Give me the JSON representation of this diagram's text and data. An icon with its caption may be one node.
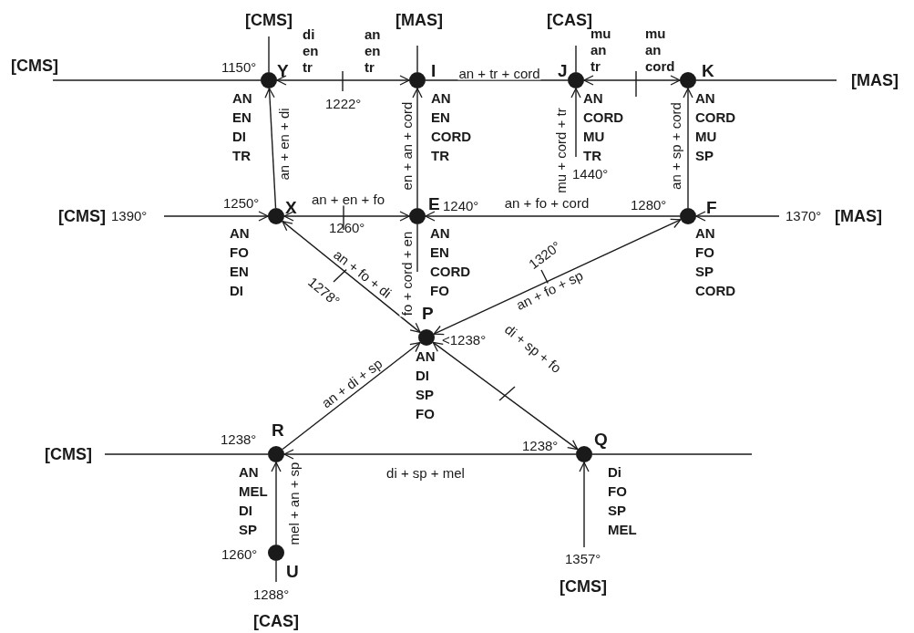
{
  "diagram": {
    "nodes": [
      {
        "text": [],
        "shape": "circle",
        "beside": [
          "Y",
          "1150°",
          "AN EN DI TR"
        ]
      },
      {
        "text": [],
        "shape": "circle",
        "beside": [
          "I",
          "AN EN CORD TR"
        ]
      },
      {
        "text": [],
        "shape": "circle",
        "beside": [
          "J",
          "AN CORD MU TR"
        ]
      },
      {
        "text": [],
        "shape": "circle",
        "beside": [
          "K",
          "AN CORD MU SP"
        ]
      },
      {
        "text": [],
        "shape": "circle",
        "beside": [
          "X",
          "1250°",
          "AN FO EN DI"
        ]
      },
      {
        "text": [],
        "shape": "circle",
        "beside": [
          "E",
          "1240°",
          "AN EN CORD FO"
        ]
      },
      {
        "text": [],
        "shape": "circle",
        "beside": [
          "F",
          "1280°",
          "AN FO SP CORD"
        ]
      },
      {
        "text": [],
        "shape": "circle",
        "beside": [
          "P",
          "<1238°",
          "AN DI SP FO"
        ]
      },
      {
        "text": [],
        "shape": "circle",
        "beside": [
          "R",
          "1238°",
          "AN MEL DI SP"
        ]
      },
      {
        "text": [],
        "shape": "circle",
        "beside": [
          "Q",
          "1238°",
          "Di FO SP MEL"
        ]
      },
      {
        "text": [],
        "shape": "circle",
        "beside": [
          "U",
          "1260°"
        ]
      },
      {
        "text": [
          "[CMS]"
        ]
      },
      {
        "text": [
          "[MAS]"
        ]
      },
      {
        "text": [
          "[CAS]"
        ]
      },
      {
        "text": [
          "[CMS]"
        ]
      },
      {
        "text": [
          "[MAS]"
        ]
      },
      {
        "text": [
          "[CMS]"
        ],
        "beside": [
          "1390°"
        ]
      },
      {
        "text": [
          "[MAS]"
        ],
        "beside": [
          "1370°"
        ]
      },
      {
        "text": [
          "[CMS]"
        ]
      },
      {
        "text": [
          "[CAS]"
        ],
        "beside": [
          "1288°"
        ]
      },
      {
        "text": [
          "[CMS]"
        ],
        "beside": [
          "1357°"
        ]
      }
    ],
    "edges": [
      {
        "from": 11,
        "to": 0,
        "arrow": "none"
      },
      {
        "from": 12,
        "to": 1,
        "arrow": "none"
      },
      {
        "from": 13,
        "to": 2,
        "arrow": "none"
      },
      {
        "from": 14,
        "to": 0,
        "arrow": "none"
      },
      {
        "from": 3,
        "to": 15,
        "arrow": "none"
      },
      {
        "from": 0,
        "to": 1,
        "arrow": "both"
      },
      {
        "from": 1,
        "to": 2,
        "arrow": "none",
        "label": "an + tr + cord"
      },
      {
        "from": 2,
        "to": 3,
        "arrow": "both"
      },
      {
        "from": 4,
        "to": 0,
        "arrow": "to",
        "label": "an + en + di"
      },
      {
        "from": 5,
        "to": 1,
        "arrow": "to",
        "label": "en + an + cord"
      },
      {
        "from": null,
        "to": 2,
        "arrow": "to",
        "label": "mu + cord + tr"
      },
      {
        "from": 6,
        "to": 3,
        "arrow": "to",
        "label": "an + sp + cord"
      },
      {
        "from": 16,
        "to": 4,
        "arrow": "to"
      },
      {
        "from": 4,
        "to": 5,
        "arrow": "both",
        "label": "an + en + fo"
      },
      {
        "from": 6,
        "to": 5,
        "arrow": "to",
        "label": "an + fo + cord"
      },
      {
        "from": 17,
        "to": 6,
        "arrow": "to"
      },
      {
        "from": 4,
        "to": 7,
        "arrow": "both",
        "label": "an + fo + di"
      },
      {
        "from": 5,
        "to": null,
        "arrow": "none",
        "label": "fo + cord + en"
      },
      {
        "from": 7,
        "to": 6,
        "arrow": "both",
        "label": "an + fo + sp"
      },
      {
        "from": 8,
        "to": 7,
        "arrow": "to",
        "label": "an + di + sp"
      },
      {
        "from": 7,
        "to": 9,
        "arrow": "both",
        "label": "di + sp + fo"
      },
      {
        "from": 9,
        "to": 8,
        "arrow": "to",
        "label": "di + sp + mel"
      },
      {
        "from": 18,
        "to": 8,
        "arrow": "none"
      },
      {
        "from": 9,
        "to": null,
        "arrow": "none"
      },
      {
        "from": 20,
        "to": 9,
        "arrow": "to"
      },
      {
        "from": 10,
        "to": 8,
        "arrow": "to",
        "label": "mel + an + sp"
      },
      {
        "from": 10,
        "to": 19,
        "arrow": "none"
      }
    ],
    "labels": [
      "di en tr",
      "an en tr",
      "1222°",
      "mu an tr",
      "mu an cord",
      "1440°",
      "1260°",
      "1278°",
      "1320°"
    ]
  }
}
